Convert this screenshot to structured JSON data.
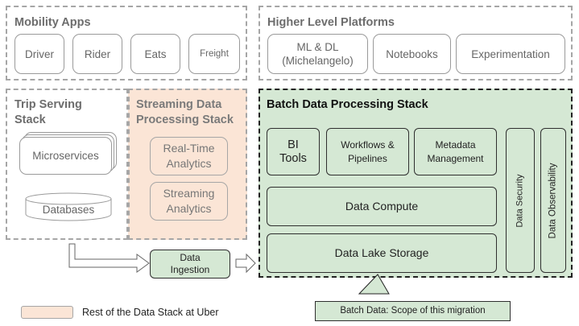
{
  "mobility": {
    "title": "Mobility Apps",
    "apps": [
      "Driver",
      "Rider",
      "Eats",
      "Freight"
    ]
  },
  "platforms": {
    "title": "Higher Level Platforms",
    "ml": "ML & DL\n(Michelangelo)",
    "notebooks": "Notebooks",
    "experimentation": "Experimentation"
  },
  "trip": {
    "title": "Trip Serving\nStack",
    "microservices": "Microservices",
    "databases": "Databases"
  },
  "streaming": {
    "title": "Streaming Data\nProcessing Stack",
    "realtime": "Real-Time\nAnalytics",
    "streaming_analytics": "Streaming\nAnalytics"
  },
  "batch": {
    "title": "Batch Data Processing Stack",
    "bi_tools": "BI\nTools",
    "workflows": "Workflows &\nPipelines",
    "metadata": "Metadata\nManagement",
    "data_compute": "Data Compute",
    "data_lake": "Data Lake Storage",
    "data_security": "Data Security",
    "data_observability": "Data Observability"
  },
  "ingestion": "Data\nIngestion",
  "legend": {
    "label": "Rest of the Data Stack at Uber"
  },
  "callout": "Batch Data: Scope of this migration",
  "colors": {
    "green_fill": "#d5e8d4",
    "orange_fill": "#fbe5d6",
    "dash_gray": "#a6a6a6"
  }
}
